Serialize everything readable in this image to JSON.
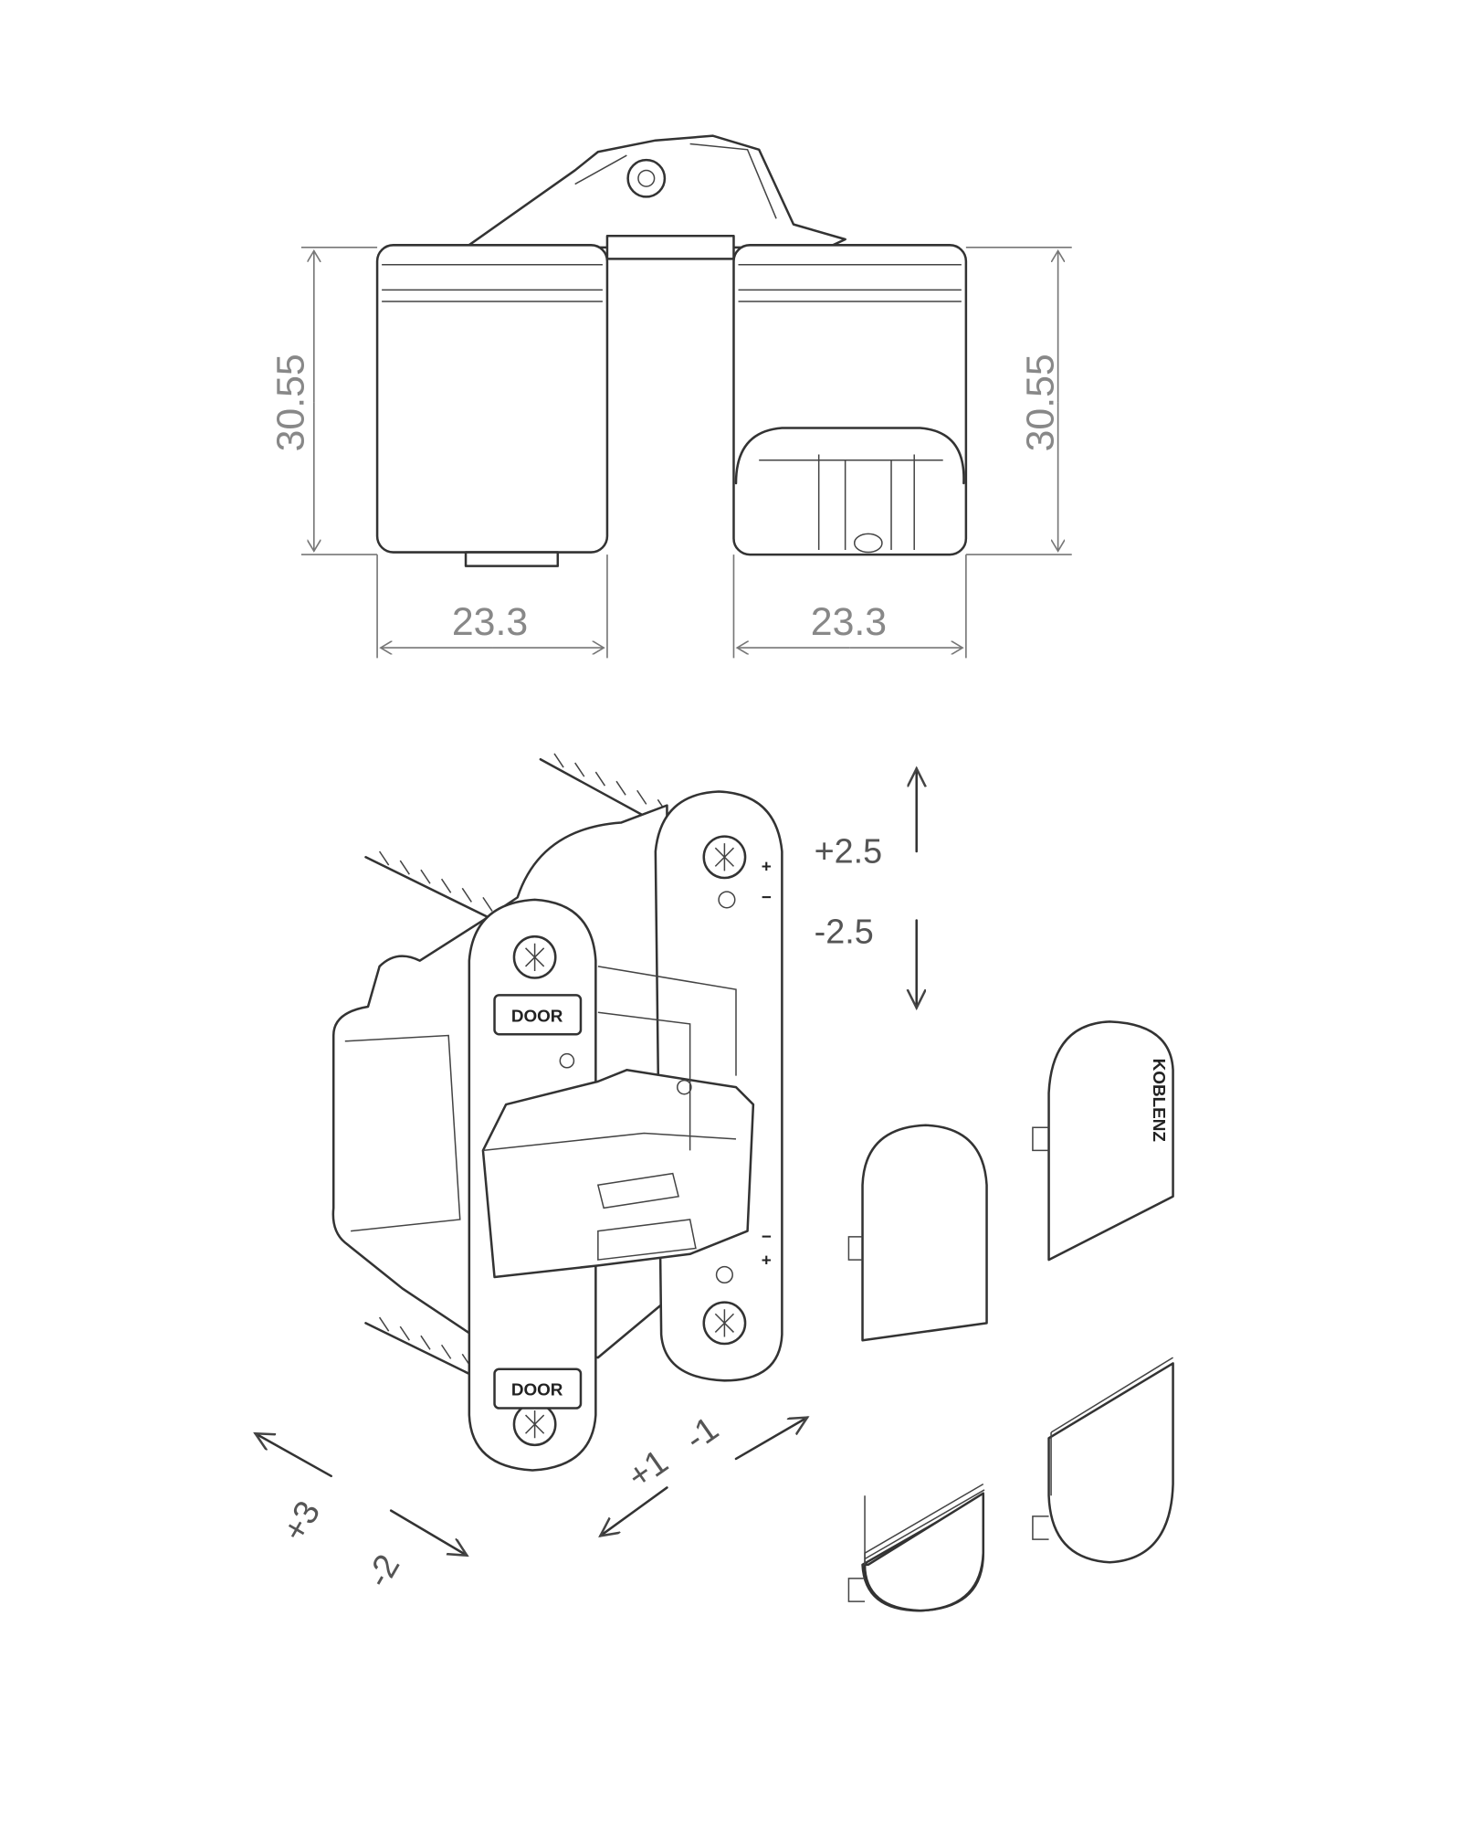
{
  "dimensions": {
    "height_left": "30.55",
    "height_right": "30.55",
    "width_left": "23.3",
    "width_right": "23.3"
  },
  "adjustments": {
    "vertical_plus": "+2.5",
    "vertical_minus": "-2.5",
    "depth_plus": "+3",
    "depth_minus": "-2",
    "lateral_plus": "+1",
    "lateral_minus": "-1"
  },
  "plate_marking": "DOOR",
  "cap_brand": "KOBLENZ"
}
